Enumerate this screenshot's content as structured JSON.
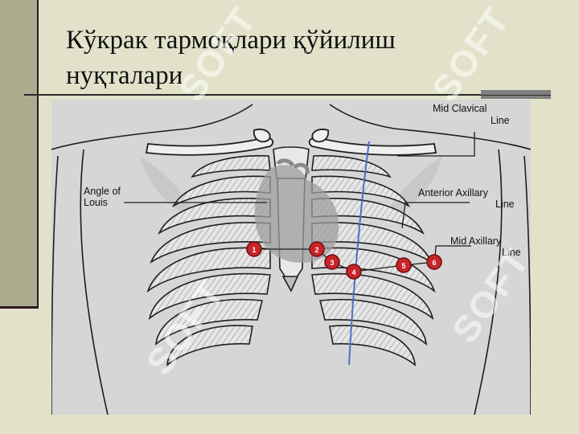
{
  "slide": {
    "title_line1": "Кўкрак тармоқлари қўйилиш",
    "title_line2": "нуқталари"
  },
  "watermark": {
    "text": "SOFT"
  },
  "diagram": {
    "labels": {
      "mid_clavical_1": "Mid Clavical",
      "mid_clavical_2": "Line",
      "angle_louis_1": "Angle of",
      "angle_louis_2": "Louis",
      "anterior_axillary_1": "Anterior Axillary",
      "anterior_axillary_2": "Line",
      "mid_axillary_1": "Mid Axillary",
      "mid_axillary_2": "Line"
    },
    "electrodes": [
      "1",
      "2",
      "3",
      "4",
      "5",
      "6"
    ],
    "colors": {
      "electrode": "#c8242a",
      "mid_clavicular_line": "#4f6ec4",
      "background": "#d6d6d6",
      "stroke": "#1e1e1e"
    }
  }
}
